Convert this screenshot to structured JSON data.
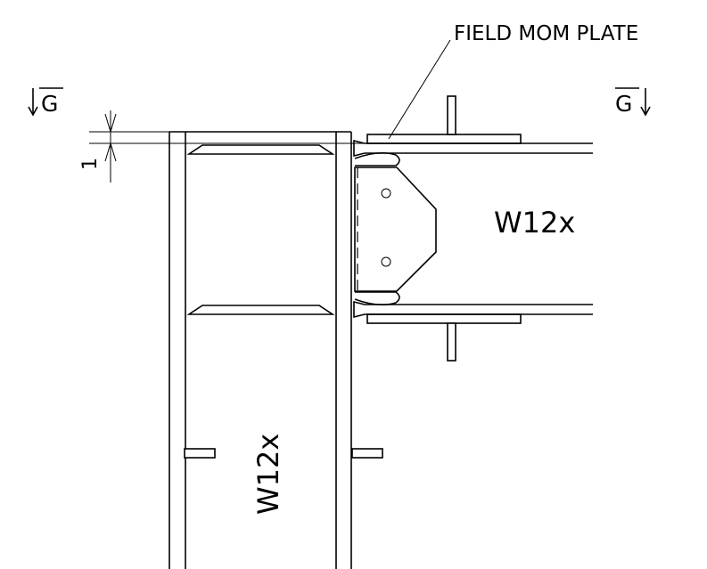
{
  "labels": {
    "callout": "FIELD MOM PLATE",
    "section_left": "G",
    "section_right": "G",
    "beam_size": "W12x",
    "column_size": "W12x",
    "dimension": "1"
  }
}
